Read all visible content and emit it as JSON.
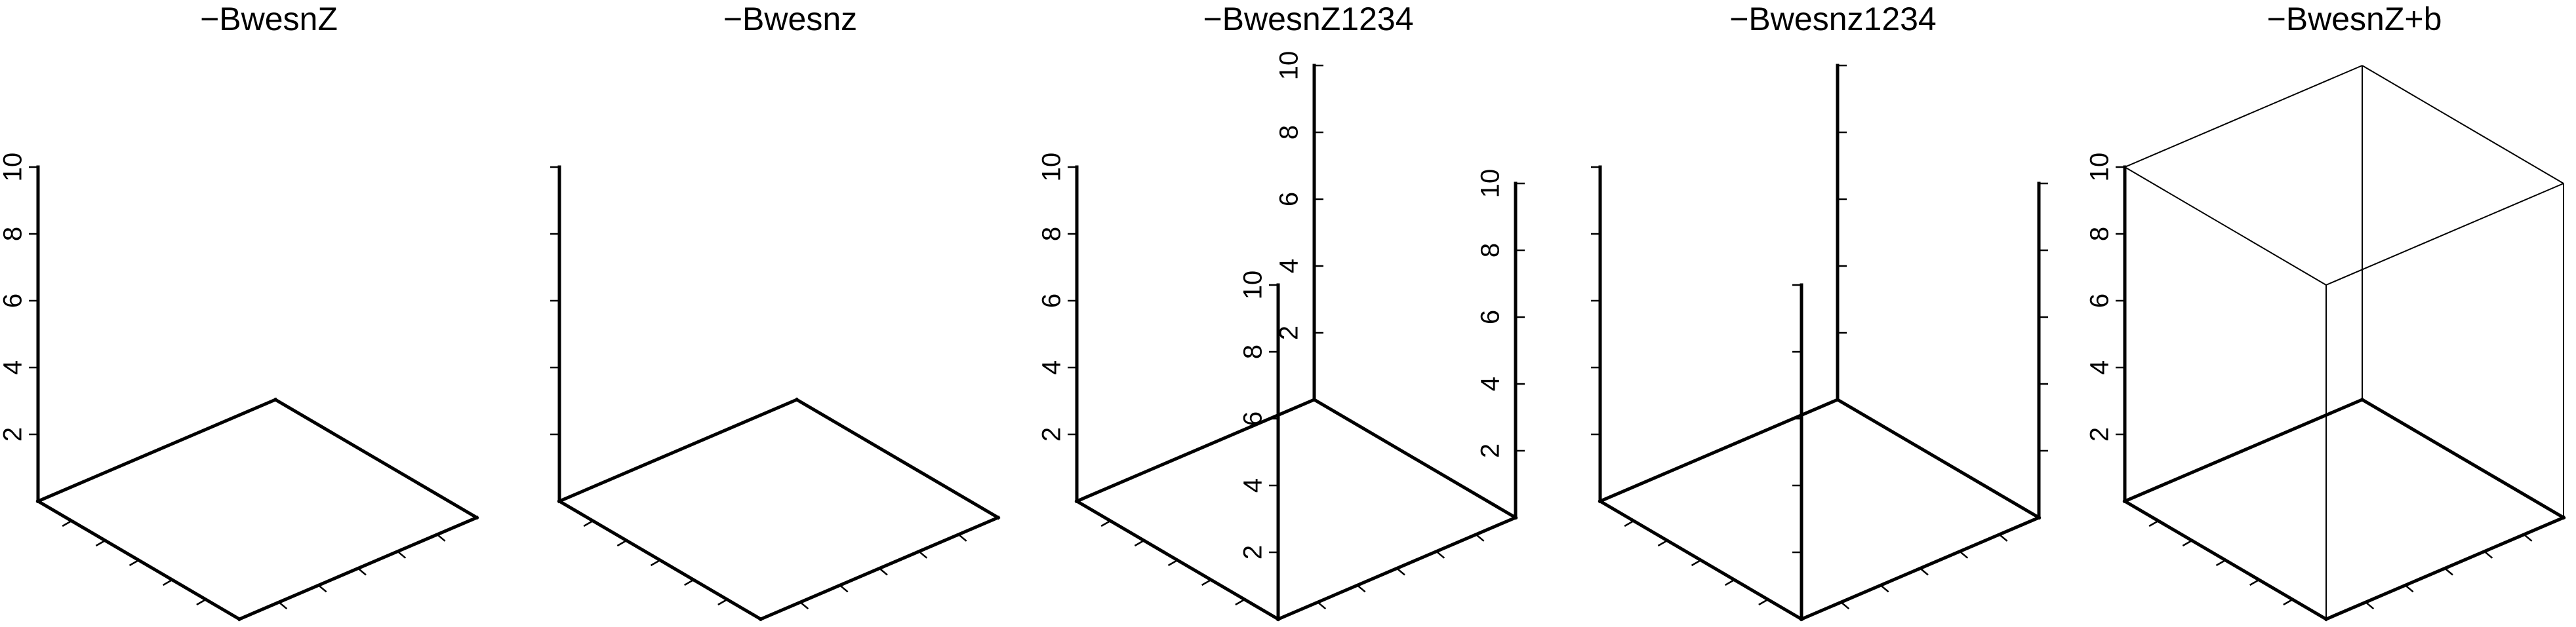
{
  "figure": {
    "panels": [
      {
        "title": "−BwesnZ",
        "z_labels": [
          "2",
          "4",
          "6",
          "8",
          "10"
        ]
      },
      {
        "title": "−Bwesnz",
        "z_labels": []
      },
      {
        "title": "−BwesnZ1234",
        "z_labels": [
          "2",
          "4",
          "6",
          "8",
          "10"
        ]
      },
      {
        "title": "−Bwesnz1234",
        "z_labels": []
      },
      {
        "title": "−BwesnZ+b",
        "z_labels": [
          "2",
          "4",
          "6",
          "8",
          "10"
        ]
      }
    ]
  },
  "chart_data": [
    {
      "type": "3d-frame",
      "title": "−BwesnZ",
      "z_axes": 1,
      "z_labeled": true,
      "box": false,
      "zlim": [
        0,
        10
      ],
      "z_ticks": [
        2,
        4,
        6,
        8,
        10
      ]
    },
    {
      "type": "3d-frame",
      "title": "−Bwesnz",
      "z_axes": 1,
      "z_labeled": false,
      "box": false,
      "zlim": [
        0,
        10
      ]
    },
    {
      "type": "3d-frame",
      "title": "−BwesnZ1234",
      "z_axes": 4,
      "z_labeled": true,
      "box": false,
      "zlim": [
        0,
        10
      ],
      "z_ticks": [
        2,
        4,
        6,
        8,
        10
      ]
    },
    {
      "type": "3d-frame",
      "title": "−Bwesnz1234",
      "z_axes": 4,
      "z_labeled": false,
      "box": false,
      "zlim": [
        0,
        10
      ]
    },
    {
      "type": "3d-frame",
      "title": "−BwesnZ+b",
      "z_axes": 1,
      "z_labeled": true,
      "box": true,
      "zlim": [
        0,
        10
      ],
      "z_ticks": [
        2,
        4,
        6,
        8,
        10
      ]
    }
  ]
}
